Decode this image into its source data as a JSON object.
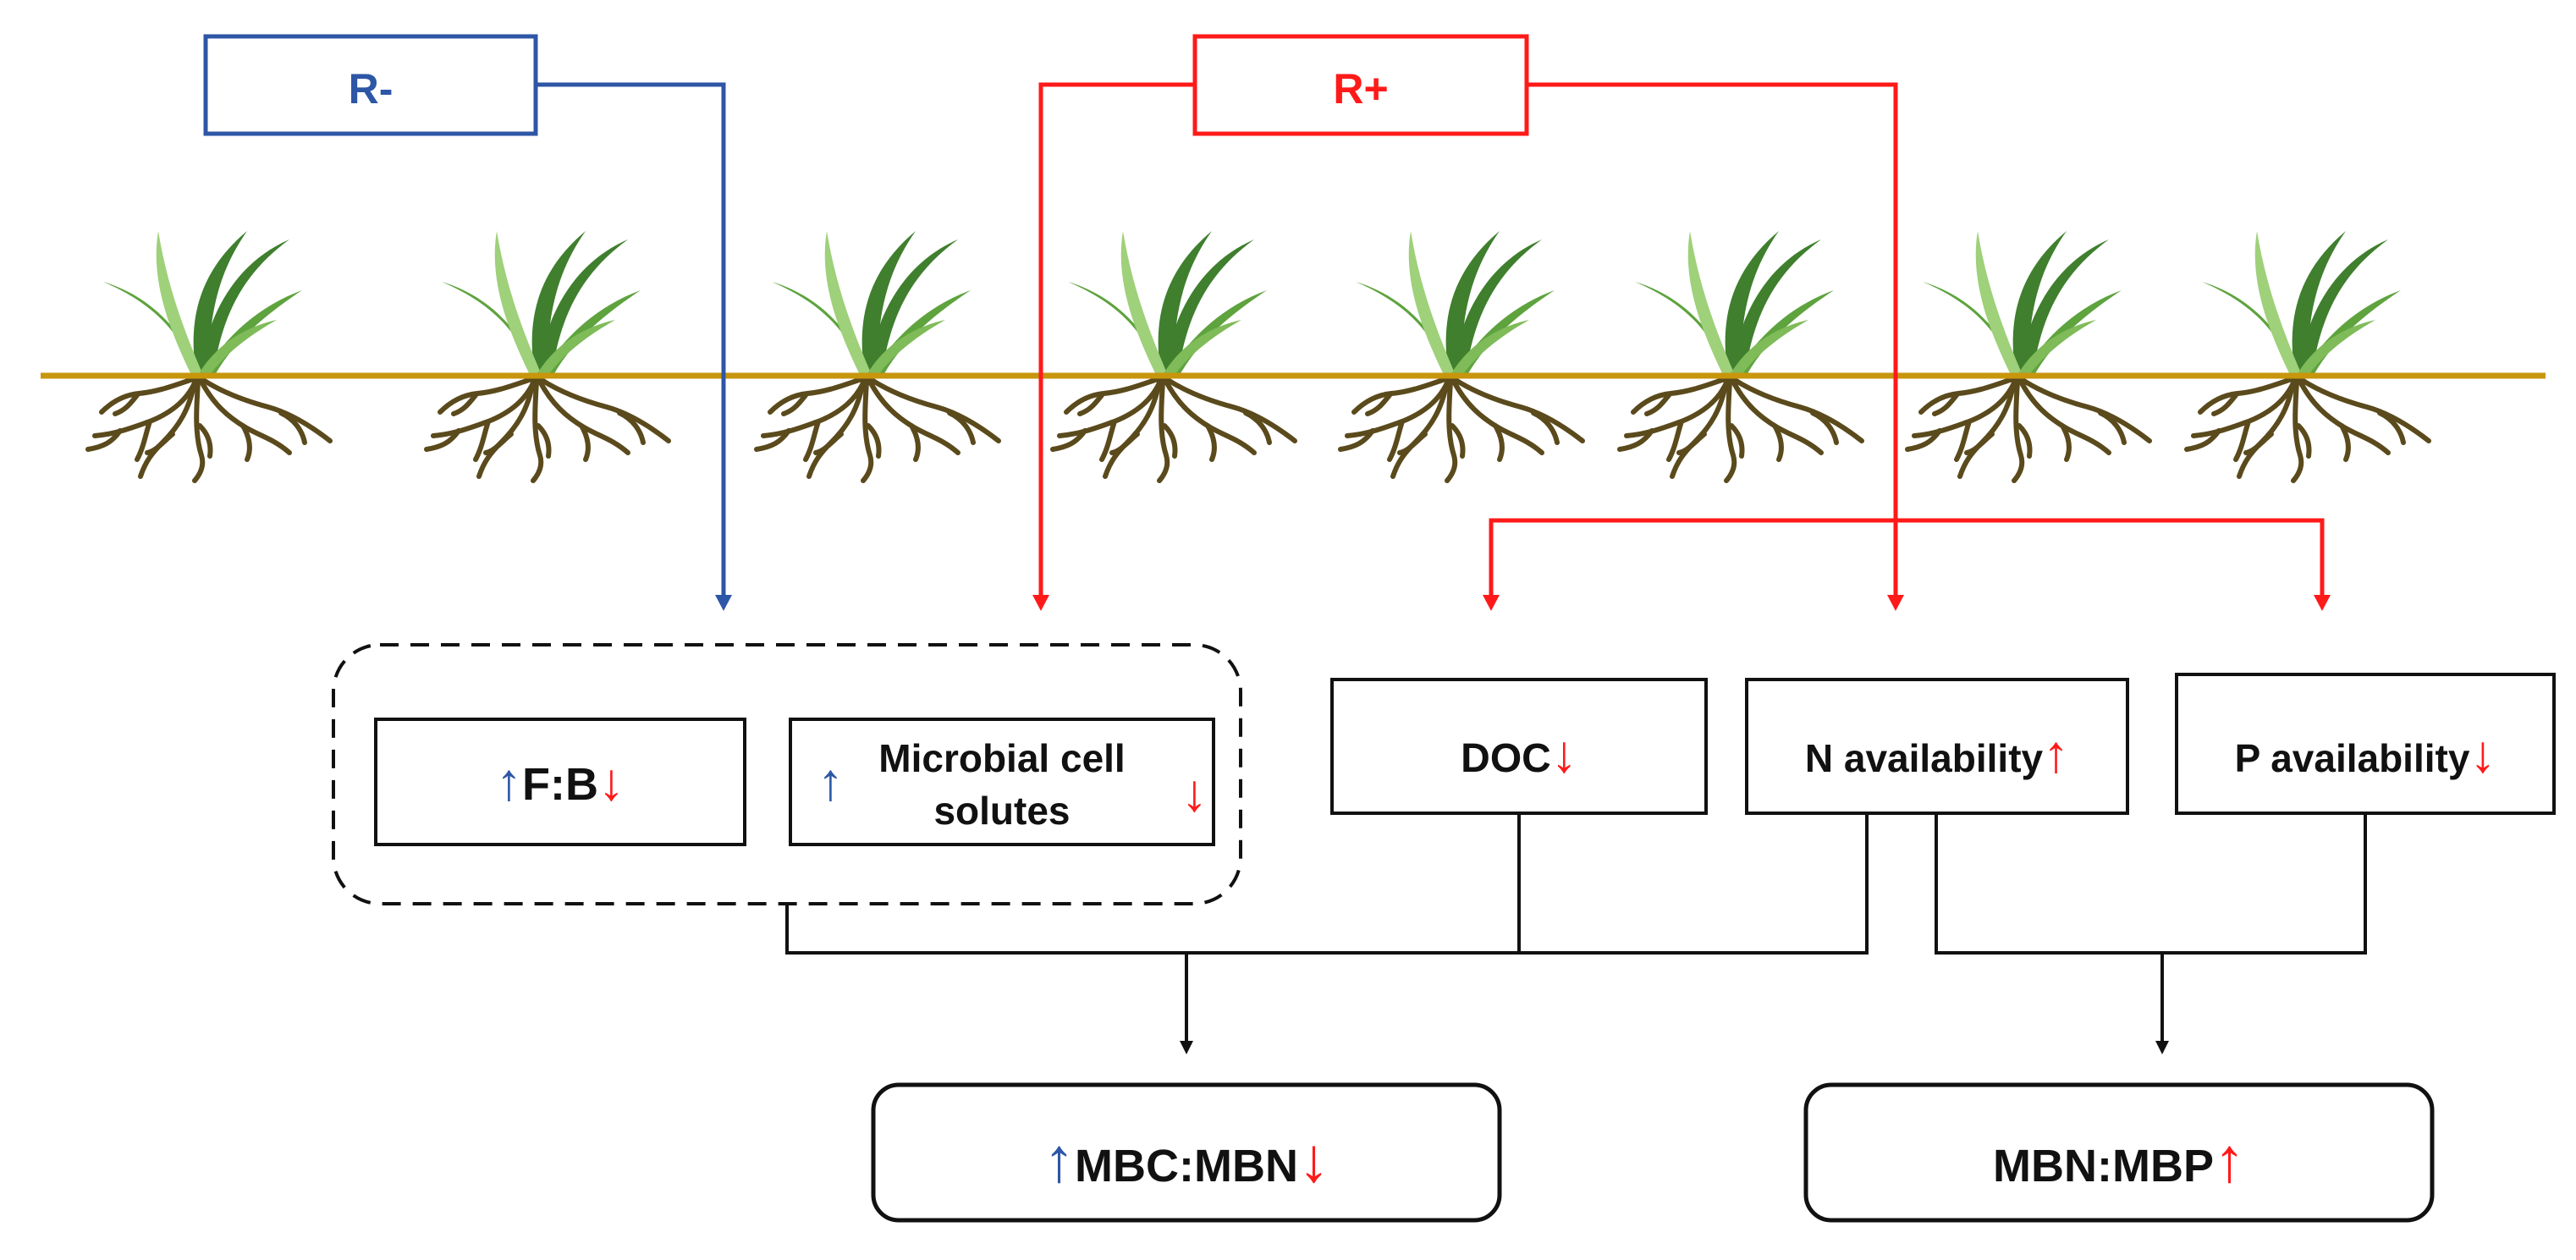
{
  "colors": {
    "blue": "#2e56a6",
    "red": "#ff1a1a",
    "black": "#111111",
    "ground": "#c8960c",
    "leaf_dark": "#3f7f2e",
    "leaf_mid": "#5ea33e",
    "leaf_light": "#9fd07a",
    "root": "#5a4a1c"
  },
  "groups": {
    "r_minus": "R-",
    "r_plus": "R+"
  },
  "boxes": {
    "fb": {
      "up": "↑",
      "label": "F:B",
      "down": "↓"
    },
    "microbial": {
      "up": "↑",
      "line1": "Microbial cell",
      "line2": "solutes",
      "down": "↓"
    },
    "doc": {
      "label": "DOC",
      "arrow": "↓"
    },
    "n_avail": {
      "label": "N availability",
      "arrow": "↑"
    },
    "p_avail": {
      "label": "P availability",
      "arrow": "↓"
    },
    "mbc_mbn": {
      "up": "↑",
      "label": "MBC:MBN",
      "down": "↓"
    },
    "mbn_mbp": {
      "label": "MBN:MBP",
      "arrow": "↑"
    }
  },
  "plant_icon": "grass-with-roots-icon",
  "plant_count": 8
}
